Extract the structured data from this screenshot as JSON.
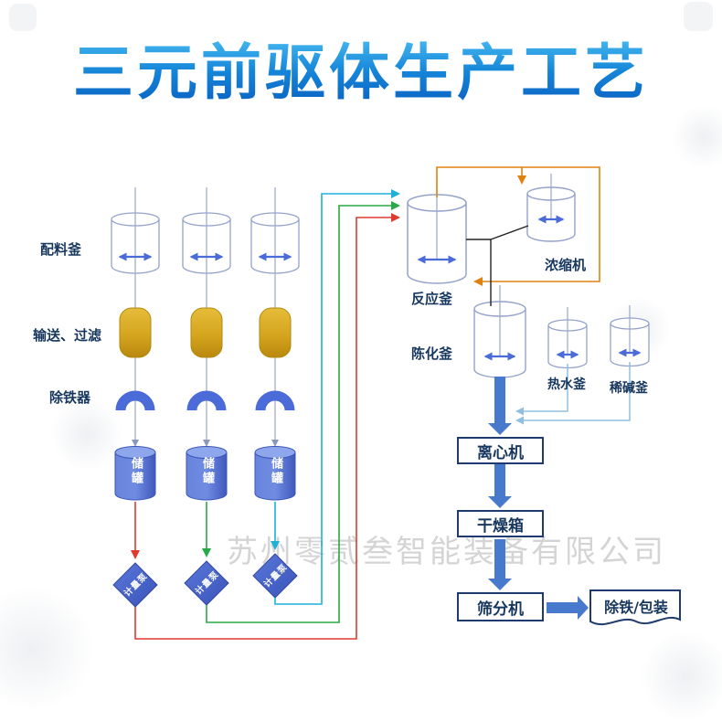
{
  "title": "三元前驱体生产工艺",
  "watermark": "苏州零贰叁智能装备有限公司",
  "stages": {
    "mixing_kettle": "配料釜",
    "transport_filter": "输送、过滤",
    "iron_remover": "除铁器",
    "storage_tank": "储罐",
    "metering_pump": "计量泵",
    "reaction_kettle": "反应釜",
    "concentrator": "浓缩机",
    "aging_kettle": "陈化釜",
    "hot_water_kettle": "热水釜",
    "dilute_alkali_kettle": "稀碱釜",
    "centrifuge": "离心机",
    "drying_oven": "干燥箱",
    "sieving_machine": "筛分机",
    "iron_removal_packaging": "除铁/包装"
  },
  "colors": {
    "title_gradient_top": "#45b8f0",
    "title_gradient_bottom": "#0a5fc0",
    "label_navy": "#17375e",
    "equipment_outline": "#94a3cc",
    "equipment_blue": "#4a6bd8",
    "tank_blue": "#4f6ed2",
    "barrel_gold": "#d5a51e",
    "flow_red": "#e03a2e",
    "flow_green": "#28a847",
    "flow_cyan": "#1fb0d8",
    "flow_orange": "#e0820f",
    "utility_light_blue": "#90bfe4",
    "block_arrow_blue": "#4779cc"
  }
}
